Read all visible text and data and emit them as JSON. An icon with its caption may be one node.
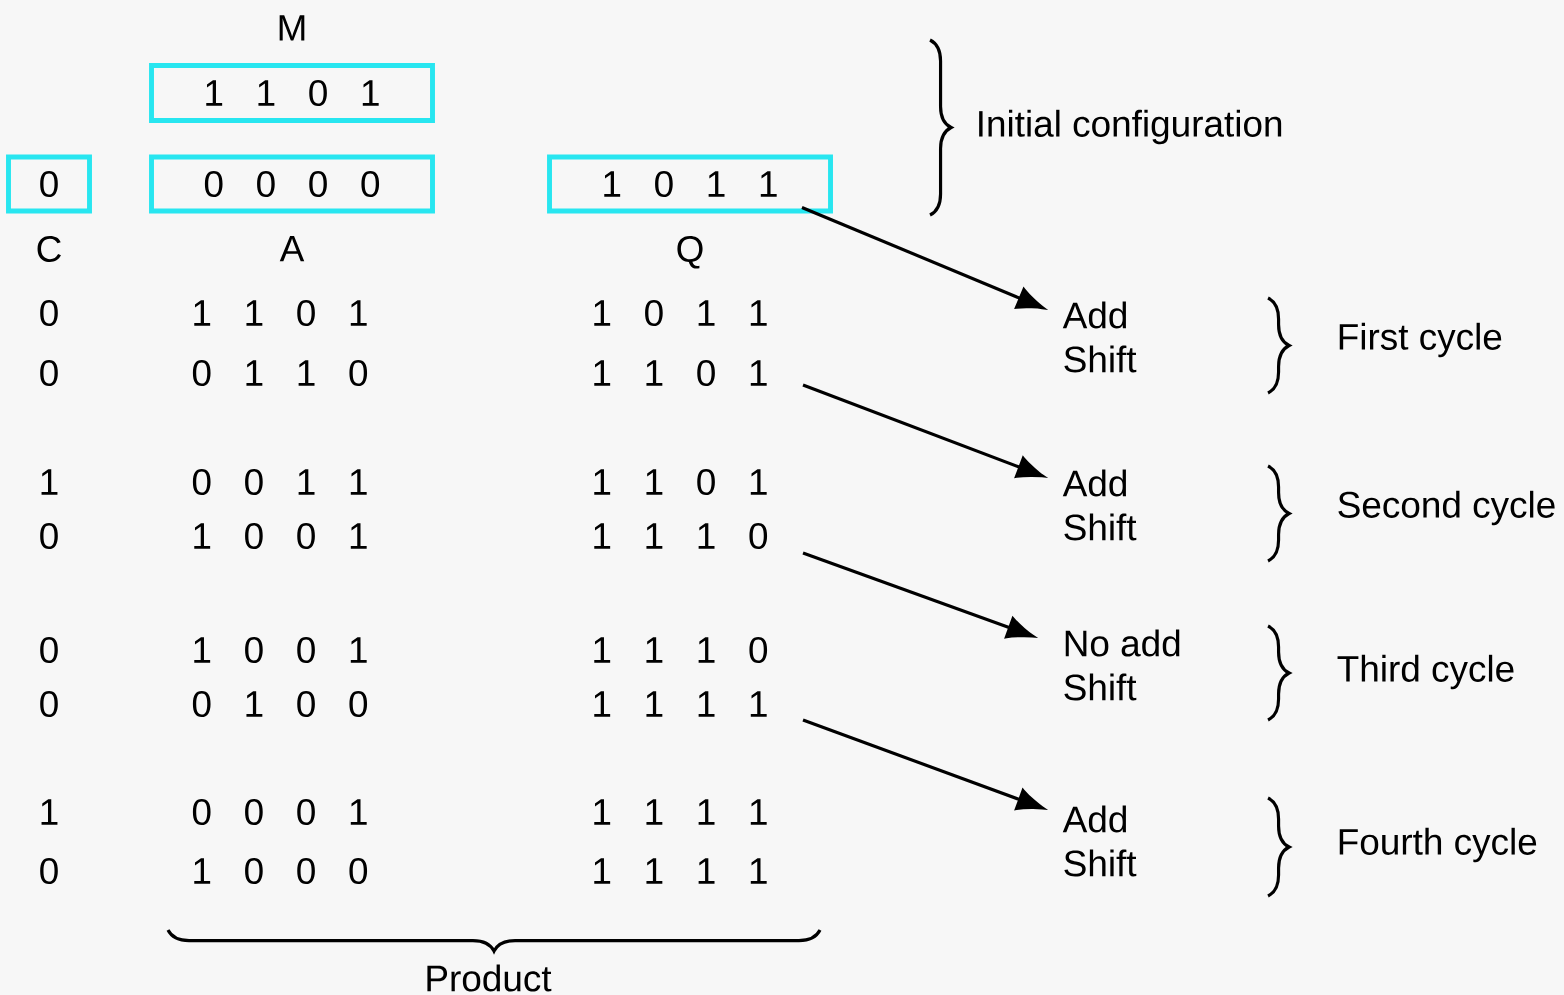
{
  "diagram": {
    "nodes": [
      {
        "text": [
          "M",
          "1 1 0 1"
        ]
      },
      {
        "text": [
          "0",
          "C"
        ]
      },
      {
        "text": [
          "0 0 0 0",
          "A"
        ]
      },
      {
        "text": [
          "1 0 1 1",
          "Q"
        ]
      },
      {
        "text": [
          "Add",
          "Shift"
        ]
      },
      {
        "text": [
          "Add",
          "Shift"
        ]
      },
      {
        "text": [
          "No add",
          "Shift"
        ]
      },
      {
        "text": [
          "Add",
          "Shift"
        ]
      }
    ],
    "edges": [
      {
        "from": 3,
        "to": 4,
        "arrow": "to"
      },
      {
        "from": null,
        "to": 5,
        "arrow": "to"
      },
      {
        "from": null,
        "to": 6,
        "arrow": "to"
      },
      {
        "from": null,
        "to": 7,
        "arrow": "to"
      }
    ],
    "labels": [
      "Initial configuration",
      "0",
      "1 1 0 1",
      "1 0 1 1",
      "First cycle",
      "0",
      "0 1 1 0",
      "1 1 0 1",
      "1",
      "0 0 1 1",
      "1 1 0 1",
      "Second cycle",
      "0",
      "1 0 0 1",
      "1 1 1 0",
      "0",
      "1 0 0 1",
      "1 1 1 0",
      "Third cycle",
      "0",
      "0 1 0 0",
      "1 1 1 1",
      "1",
      "0 0 0 1",
      "1 1 1 1",
      "Fourth cycle",
      "0",
      "1 0 0 0",
      "1 1 1 1",
      "Product"
    ]
  }
}
